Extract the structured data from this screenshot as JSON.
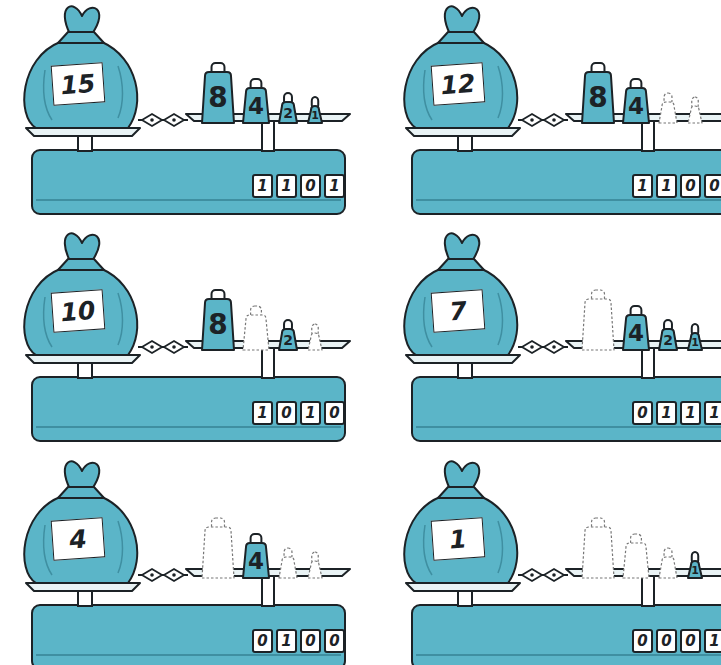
{
  "diagram": {
    "nodes": [
      {
        "text": [
          "15"
        ]
      },
      {
        "text": [
          "8"
        ]
      },
      {
        "text": [
          "4"
        ]
      },
      {
        "text": [
          "2"
        ]
      },
      {
        "text": [
          "1"
        ]
      },
      {
        "text": [
          "1"
        ]
      },
      {
        "text": [
          "1"
        ]
      },
      {
        "text": [
          "0"
        ]
      },
      {
        "text": [
          "1"
        ]
      },
      {
        "text": [
          "12"
        ]
      },
      {
        "text": [
          "8"
        ]
      },
      {
        "text": [
          "4"
        ]
      },
      {
        "text": [
          "1"
        ]
      },
      {
        "text": [
          "1"
        ]
      },
      {
        "text": [
          "0"
        ]
      },
      {
        "text": [
          "0"
        ]
      },
      {
        "text": [
          "10"
        ]
      },
      {
        "text": [
          "8"
        ]
      },
      {
        "text": [
          "2"
        ]
      },
      {
        "text": [
          "1"
        ]
      },
      {
        "text": [
          "0"
        ]
      },
      {
        "text": [
          "1"
        ]
      },
      {
        "text": [
          "0"
        ]
      },
      {
        "text": [
          "7"
        ]
      },
      {
        "text": [
          "4"
        ]
      },
      {
        "text": [
          "2"
        ]
      },
      {
        "text": [
          "1"
        ]
      },
      {
        "text": [
          "0"
        ]
      },
      {
        "text": [
          "1"
        ]
      },
      {
        "text": [
          "1"
        ]
      },
      {
        "text": [
          "1"
        ]
      },
      {
        "text": [
          "4"
        ]
      },
      {
        "text": [
          "4"
        ]
      },
      {
        "text": [
          "0"
        ]
      },
      {
        "text": [
          "1"
        ]
      },
      {
        "text": [
          "0"
        ]
      },
      {
        "text": [
          "0"
        ]
      },
      {
        "text": [
          "1"
        ]
      },
      {
        "text": [
          "1"
        ]
      },
      {
        "text": [
          "0"
        ]
      },
      {
        "text": [
          "0"
        ]
      },
      {
        "text": [
          "0"
        ]
      },
      {
        "text": [
          "1"
        ]
      }
    ]
  }
}
